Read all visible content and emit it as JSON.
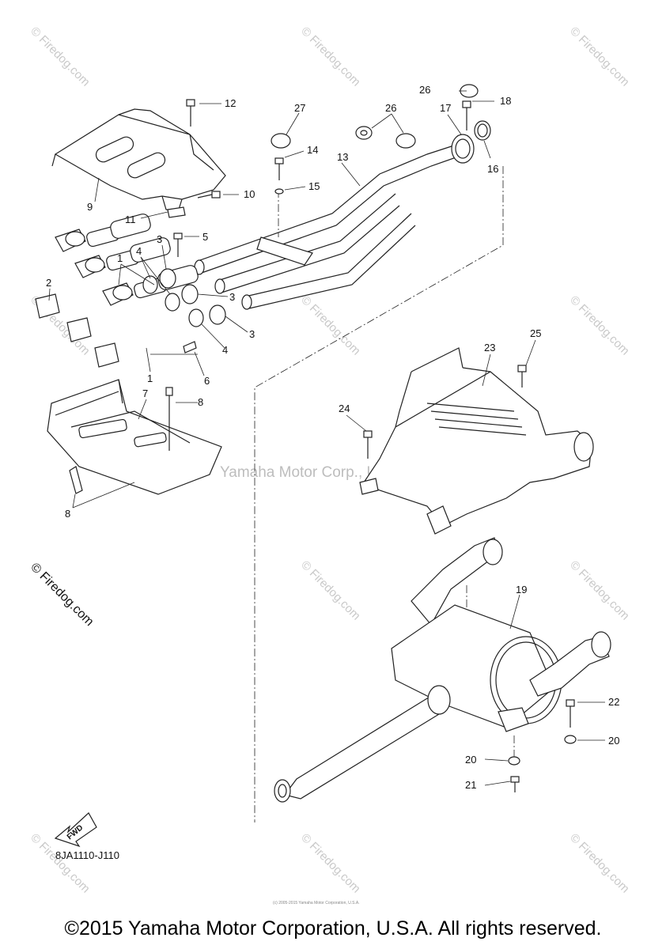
{
  "diagram": {
    "callouts": [
      {
        "id": "c12",
        "label": "12"
      },
      {
        "id": "c27",
        "label": "27"
      },
      {
        "id": "c26a",
        "label": "26"
      },
      {
        "id": "c26b",
        "label": "26"
      },
      {
        "id": "c17",
        "label": "17"
      },
      {
        "id": "c18",
        "label": "18"
      },
      {
        "id": "c14",
        "label": "14"
      },
      {
        "id": "c13",
        "label": "13"
      },
      {
        "id": "c15",
        "label": "15"
      },
      {
        "id": "c16",
        "label": "16"
      },
      {
        "id": "c9",
        "label": "9"
      },
      {
        "id": "c10",
        "label": "10"
      },
      {
        "id": "c11",
        "label": "11"
      },
      {
        "id": "c3a",
        "label": "3"
      },
      {
        "id": "c5",
        "label": "5"
      },
      {
        "id": "c1a",
        "label": "1"
      },
      {
        "id": "c4a",
        "label": "4"
      },
      {
        "id": "c2",
        "label": "2"
      },
      {
        "id": "c3b",
        "label": "3"
      },
      {
        "id": "c3c",
        "label": "3"
      },
      {
        "id": "c4b",
        "label": "4"
      },
      {
        "id": "c1b",
        "label": "1"
      },
      {
        "id": "c6",
        "label": "6"
      },
      {
        "id": "c25",
        "label": "25"
      },
      {
        "id": "c23",
        "label": "23"
      },
      {
        "id": "c7",
        "label": "7"
      },
      {
        "id": "c8a",
        "label": "8"
      },
      {
        "id": "c24",
        "label": "24"
      },
      {
        "id": "c8b",
        "label": "8"
      },
      {
        "id": "c19",
        "label": "19"
      },
      {
        "id": "c22",
        "label": "22"
      },
      {
        "id": "c20a",
        "label": "20"
      },
      {
        "id": "c20b",
        "label": "20"
      },
      {
        "id": "c21",
        "label": "21"
      }
    ],
    "watermark_text": "© Firedog.com",
    "center_watermark": "Yamaha Motor Corp., U.S.A.",
    "fwd_label": "FWD",
    "part_code": "8JA1110-J110",
    "tiny_notice": "(c) 2005-2015 Yamaha Motor Corporation, U.S.A."
  },
  "footer": {
    "copyright": "©2015 Yamaha Motor Corporation, U.S.A. All rights reserved."
  }
}
